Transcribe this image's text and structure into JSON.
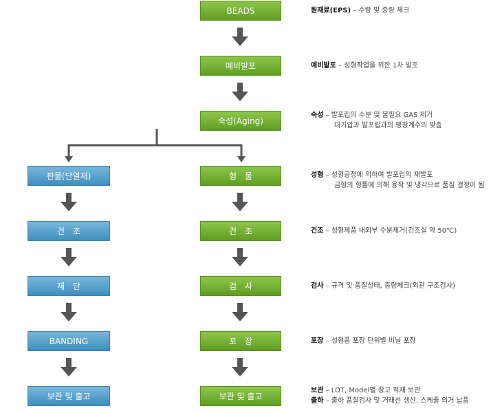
{
  "center_steps": [
    "BEADS",
    "예비발포",
    "숙성(Aging)",
    "형　물",
    "건　조",
    "검　사",
    "포　장",
    "보관 및 출고"
  ],
  "left_steps": [
    "판물(단열재)",
    "건　조",
    "재　단",
    "BANDING",
    "보관 및 출고"
  ],
  "descriptions": [
    {
      "term": "원재료(EPS)",
      "text": " – 수량 및 중량 체크",
      "line2": ""
    },
    {
      "term": "예비발포",
      "text": " – 성형작업을 위한 1차 발포",
      "line2": ""
    },
    {
      "term": "숙성",
      "text": " – 발포립의 수분 및 불필요 GAS 제거",
      "line2": "대기압과 발포립과의 팽창계수의 맞춤"
    },
    {
      "term": "성형",
      "text": " – 성형공정에 의하여 발포립의 재발포",
      "line2": "금형의 형틀에 의해 융착 및 냉각으로 품질 결정이 됨"
    },
    {
      "term": "건조",
      "text": " – 성형제품 내외부 수분제거(건조실 약 50℃)",
      "line2": ""
    },
    {
      "term": "검사",
      "text": " – 규격 및 품질상태, 중량체크(외관 구조검사)",
      "line2": ""
    },
    {
      "term": "포장",
      "text": " – 성형품 포장 단위별 비닐 포장",
      "line2": ""
    }
  ],
  "last_desc": [
    {
      "term": "보관",
      "text": " – LOT, Model별 창고 적재 보관"
    },
    {
      "term": "출하",
      "text": " – 출하 품질검사 및 거래선 생산, 스케줄 의거 납품"
    }
  ],
  "colors": {
    "green": "#6fae2f",
    "blue": "#4b9acb",
    "arrow": "#555555"
  }
}
